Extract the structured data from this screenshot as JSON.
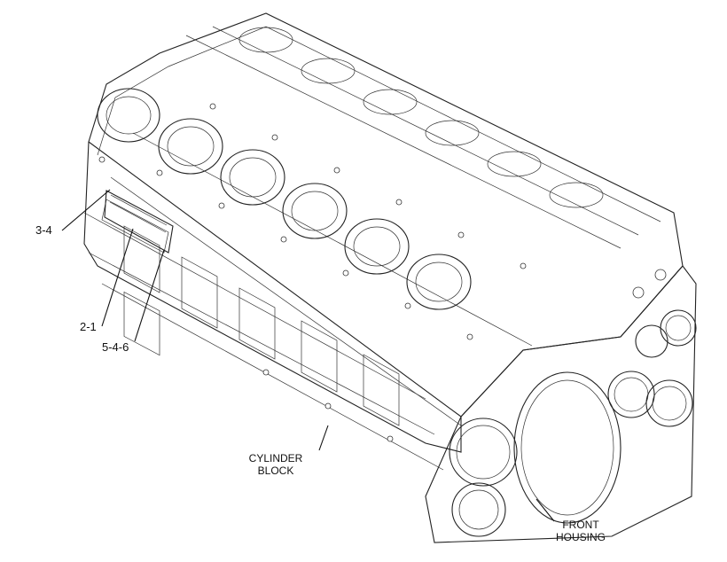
{
  "callouts": {
    "c1": "3-4",
    "c2": "2-1",
    "c3": "5-4-6"
  },
  "labels": {
    "cylinder_block_line1": "CYLINDER",
    "cylinder_block_line2": "BLOCK",
    "front_housing_line1": "FRONT",
    "front_housing_line2": "HOUSING"
  }
}
